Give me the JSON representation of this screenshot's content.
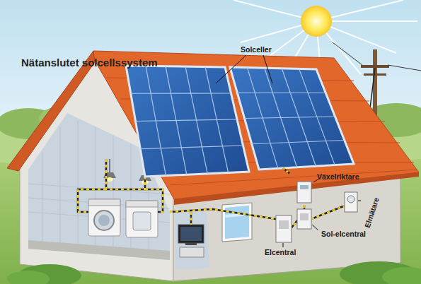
{
  "diagram": {
    "title": "Nätanslutet solcellssystem",
    "labels": [
      "Solceller",
      "Växelriktare",
      "Elmätare",
      "Sol-elcentral",
      "Elcentral"
    ]
  }
}
